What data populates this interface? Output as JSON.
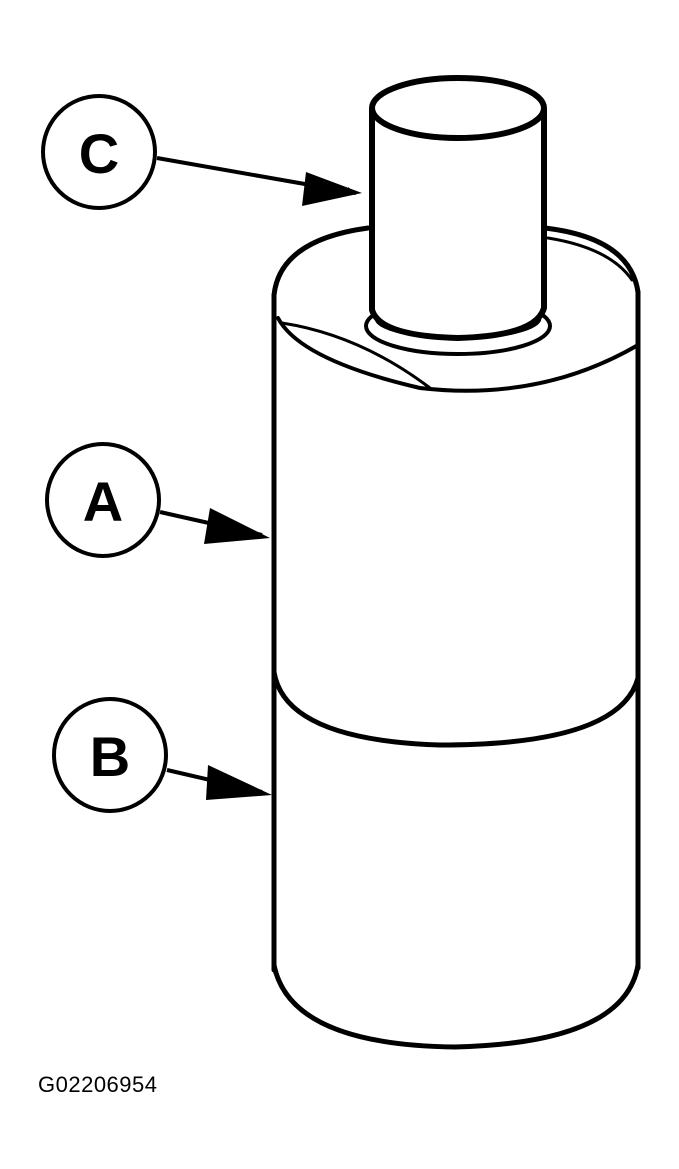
{
  "callouts": {
    "c": {
      "label": "C",
      "target": "plunger"
    },
    "a": {
      "label": "A",
      "target": "upper-body"
    },
    "b": {
      "label": "B",
      "target": "lower-body"
    }
  },
  "figure_id": "G02206954",
  "colors": {
    "line": "#000000",
    "background": "#ffffff"
  }
}
